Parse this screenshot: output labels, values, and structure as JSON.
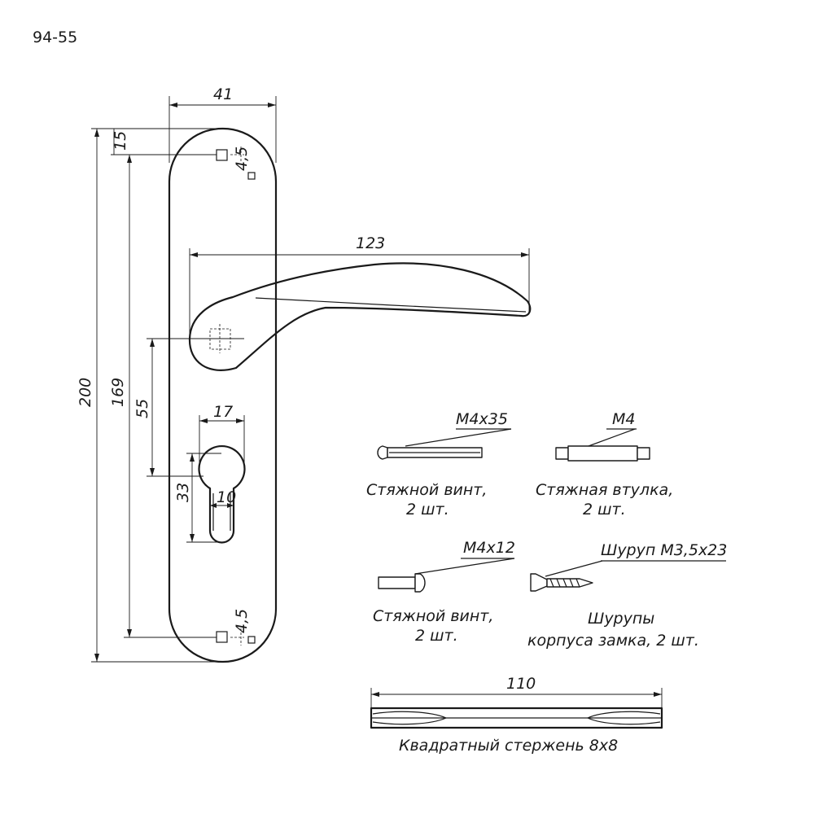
{
  "model_code": "94-55",
  "dimensions": {
    "plate_width": "41",
    "top_offset": "15",
    "hole_size_top": "4,5",
    "hole_size_bottom": "4,5",
    "overall_height": "200",
    "mount_spacing": "169",
    "handle_length": "123",
    "handle_to_cylinder": "55",
    "cylinder_width": "17",
    "cylinder_height": "33",
    "cylinder_slot": "10",
    "spindle_length": "110"
  },
  "parts": {
    "screw_long": {
      "size": "M4x35",
      "caption_line1": "Стяжной винт,",
      "caption_line2": "2 шт."
    },
    "bushing": {
      "size": "M4",
      "caption_line1": "Стяжная втулка,",
      "caption_line2": "2 шт."
    },
    "screw_short": {
      "size": "M4x12",
      "caption_line1": "Стяжной винт,",
      "caption_line2": "2 шт."
    },
    "wood_screw": {
      "size": "Шуруп М3,5х23",
      "caption_line1": "Шурупы",
      "caption_line2": "корпуса замка, 2 шт."
    },
    "spindle": {
      "caption": "Квадратный стержень 8х8"
    }
  }
}
